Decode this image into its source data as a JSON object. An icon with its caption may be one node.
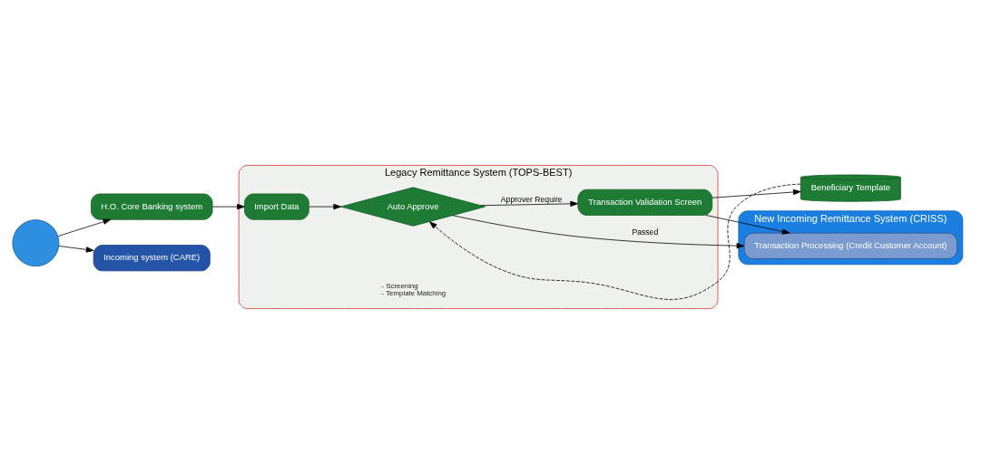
{
  "diagram": {
    "nodes": [
      {
        "text": [],
        "shape": "circle"
      },
      {
        "text": [
          "H.O. Core Banking system"
        ]
      },
      {
        "text": [
          "Incoming system (CARE)"
        ]
      },
      {
        "text": [
          "Legacy Remittance System (TOPS-BEST)"
        ]
      },
      {
        "text": [
          "Import Data"
        ],
        "in": 3
      },
      {
        "text": [
          "Auto Approve"
        ],
        "in": 3,
        "beside": [
          "- Screening",
          "- Template Matching"
        ]
      },
      {
        "text": [
          "Transaction Validation Screen"
        ],
        "in": 3
      },
      {
        "text": [
          "Beneficiary Template"
        ]
      },
      {
        "text": [
          "New Incoming Remittance System (CRISS)"
        ]
      },
      {
        "text": [
          "Transaction Processing (Credit Customer Account)"
        ],
        "in": 8
      }
    ],
    "edges": [
      {
        "from": 0,
        "to": 1,
        "arrow": "to"
      },
      {
        "from": 0,
        "to": 2,
        "arrow": "to"
      },
      {
        "from": 1,
        "to": 4,
        "arrow": "to"
      },
      {
        "from": 4,
        "to": 5,
        "arrow": "to"
      },
      {
        "from": 5,
        "to": 9,
        "arrow": "to",
        "label": "Passed"
      },
      {
        "from": 5,
        "to": 6,
        "arrow": "to",
        "label": "Approver Require"
      },
      {
        "from": 6,
        "to": 9,
        "arrow": "to"
      },
      {
        "from": 6,
        "to": 7,
        "arrow": "to"
      },
      {
        "from": 7,
        "to": 5,
        "arrow": "to",
        "style": "dashed"
      }
    ]
  }
}
